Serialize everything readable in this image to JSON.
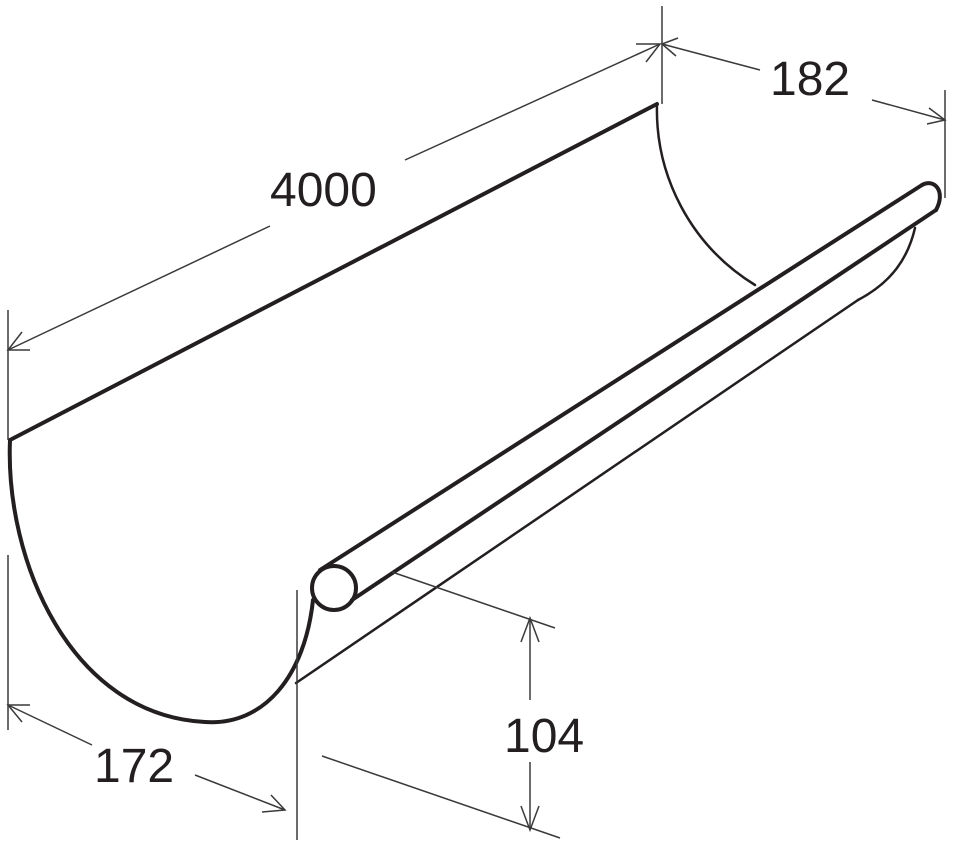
{
  "diagram": {
    "dimensions": {
      "length": "4000",
      "top_width": "182",
      "bottom_width": "172",
      "depth": "104"
    },
    "colors": {
      "line": "#231f20",
      "dimension_line": "#3a3a3a",
      "background": "#ffffff"
    }
  }
}
